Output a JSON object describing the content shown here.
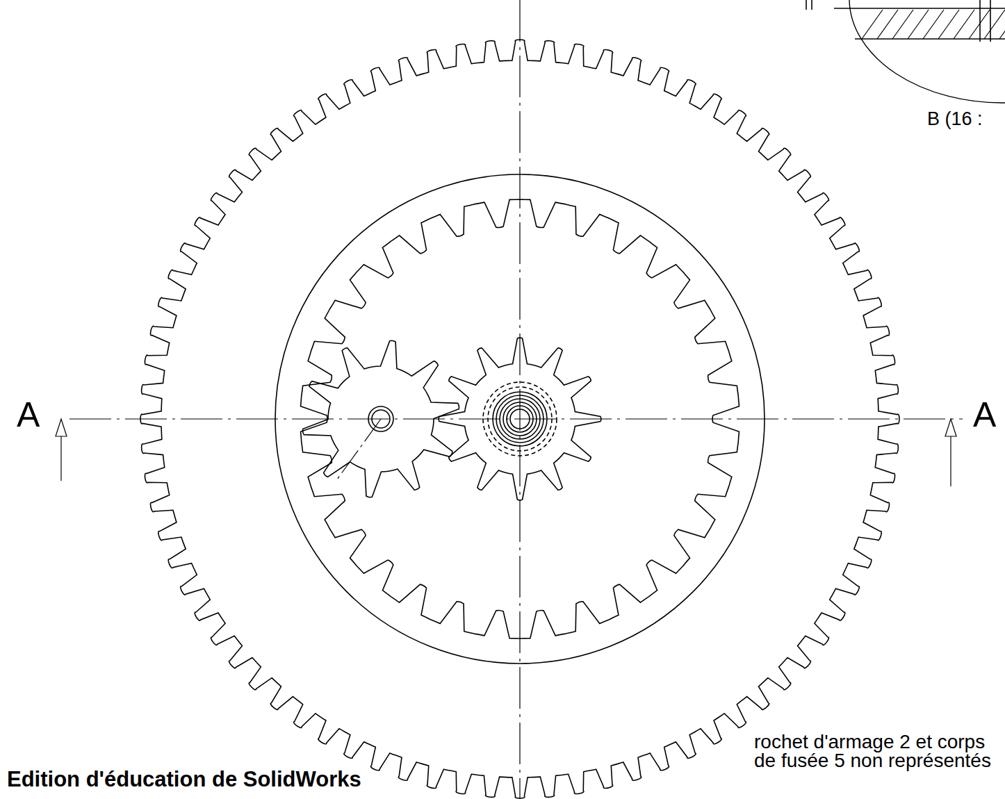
{
  "diagram": {
    "labels": [
      "A",
      "A",
      "B (16 :",
      "Edition d'éducation de SolidWorks",
      "rochet d'armage 2 et corps de fusée 5 non représentés"
    ]
  }
}
